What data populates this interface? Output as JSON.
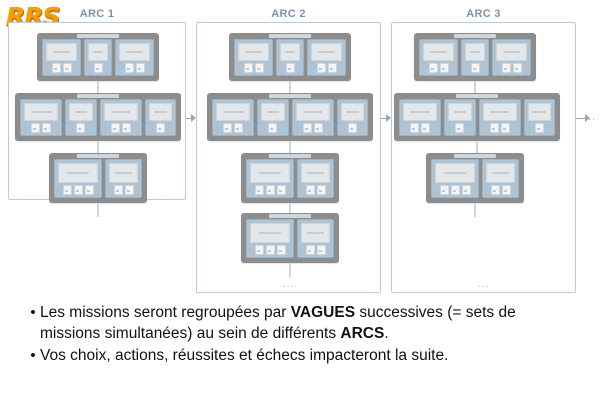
{
  "logo": {
    "text": "RRS",
    "color": "#f5a000"
  },
  "diagram": {
    "colors": {
      "arc_border": "#b9ccd9",
      "arc_title": "#7e93a6",
      "wave_bg": "#8d8d8d",
      "card_bg": "#aec4d4",
      "card_head": "#e3e7ea",
      "connector": "#93a8ba"
    },
    "trailing_ellipsis": "...",
    "arcs": [
      {
        "title": "ARC 1",
        "dots": "",
        "waves": [
          {
            "cards": [
              {
                "icons": 2
              },
              {
                "icons": 1
              },
              {
                "icons": 2
              }
            ]
          },
          {
            "cards": [
              {
                "icons": 2
              },
              {
                "icons": 1
              },
              {
                "icons": 2
              },
              {
                "icons": 1
              }
            ]
          },
          {
            "cards": [
              {
                "icons": 3
              },
              {
                "icons": 2
              }
            ]
          }
        ]
      },
      {
        "title": "ARC 2",
        "dots": "...",
        "waves": [
          {
            "cards": [
              {
                "icons": 2
              },
              {
                "icons": 1
              },
              {
                "icons": 2
              }
            ]
          },
          {
            "cards": [
              {
                "icons": 2
              },
              {
                "icons": 1
              },
              {
                "icons": 2
              },
              {
                "icons": 1
              }
            ]
          },
          {
            "cards": [
              {
                "icons": 3
              },
              {
                "icons": 2
              }
            ]
          },
          {
            "cards": [
              {
                "icons": 3
              },
              {
                "icons": 2
              }
            ]
          }
        ]
      },
      {
        "title": "ARC 3",
        "dots": "...",
        "waves": [
          {
            "cards": [
              {
                "icons": 2
              },
              {
                "icons": 1
              },
              {
                "icons": 2
              }
            ]
          },
          {
            "cards": [
              {
                "icons": 2
              },
              {
                "icons": 1
              },
              {
                "icons": 2
              },
              {
                "icons": 1
              }
            ]
          },
          {
            "cards": [
              {
                "icons": 3
              },
              {
                "icons": 2
              }
            ]
          }
        ]
      }
    ]
  },
  "bullets": [
    {
      "marker": "•",
      "parts": [
        {
          "text": "Les missions seront regroupées par ",
          "bold": false
        },
        {
          "text": "VAGUES",
          "bold": true
        },
        {
          "text": " successives (= sets de missions simultanées) au sein de différents ",
          "bold": false
        },
        {
          "text": "ARCS",
          "bold": true
        },
        {
          "text": ".",
          "bold": false
        }
      ]
    },
    {
      "marker": "•",
      "parts": [
        {
          "text": "Vos choix, actions, réussites et échecs impacteront la suite.",
          "bold": false
        }
      ]
    }
  ]
}
